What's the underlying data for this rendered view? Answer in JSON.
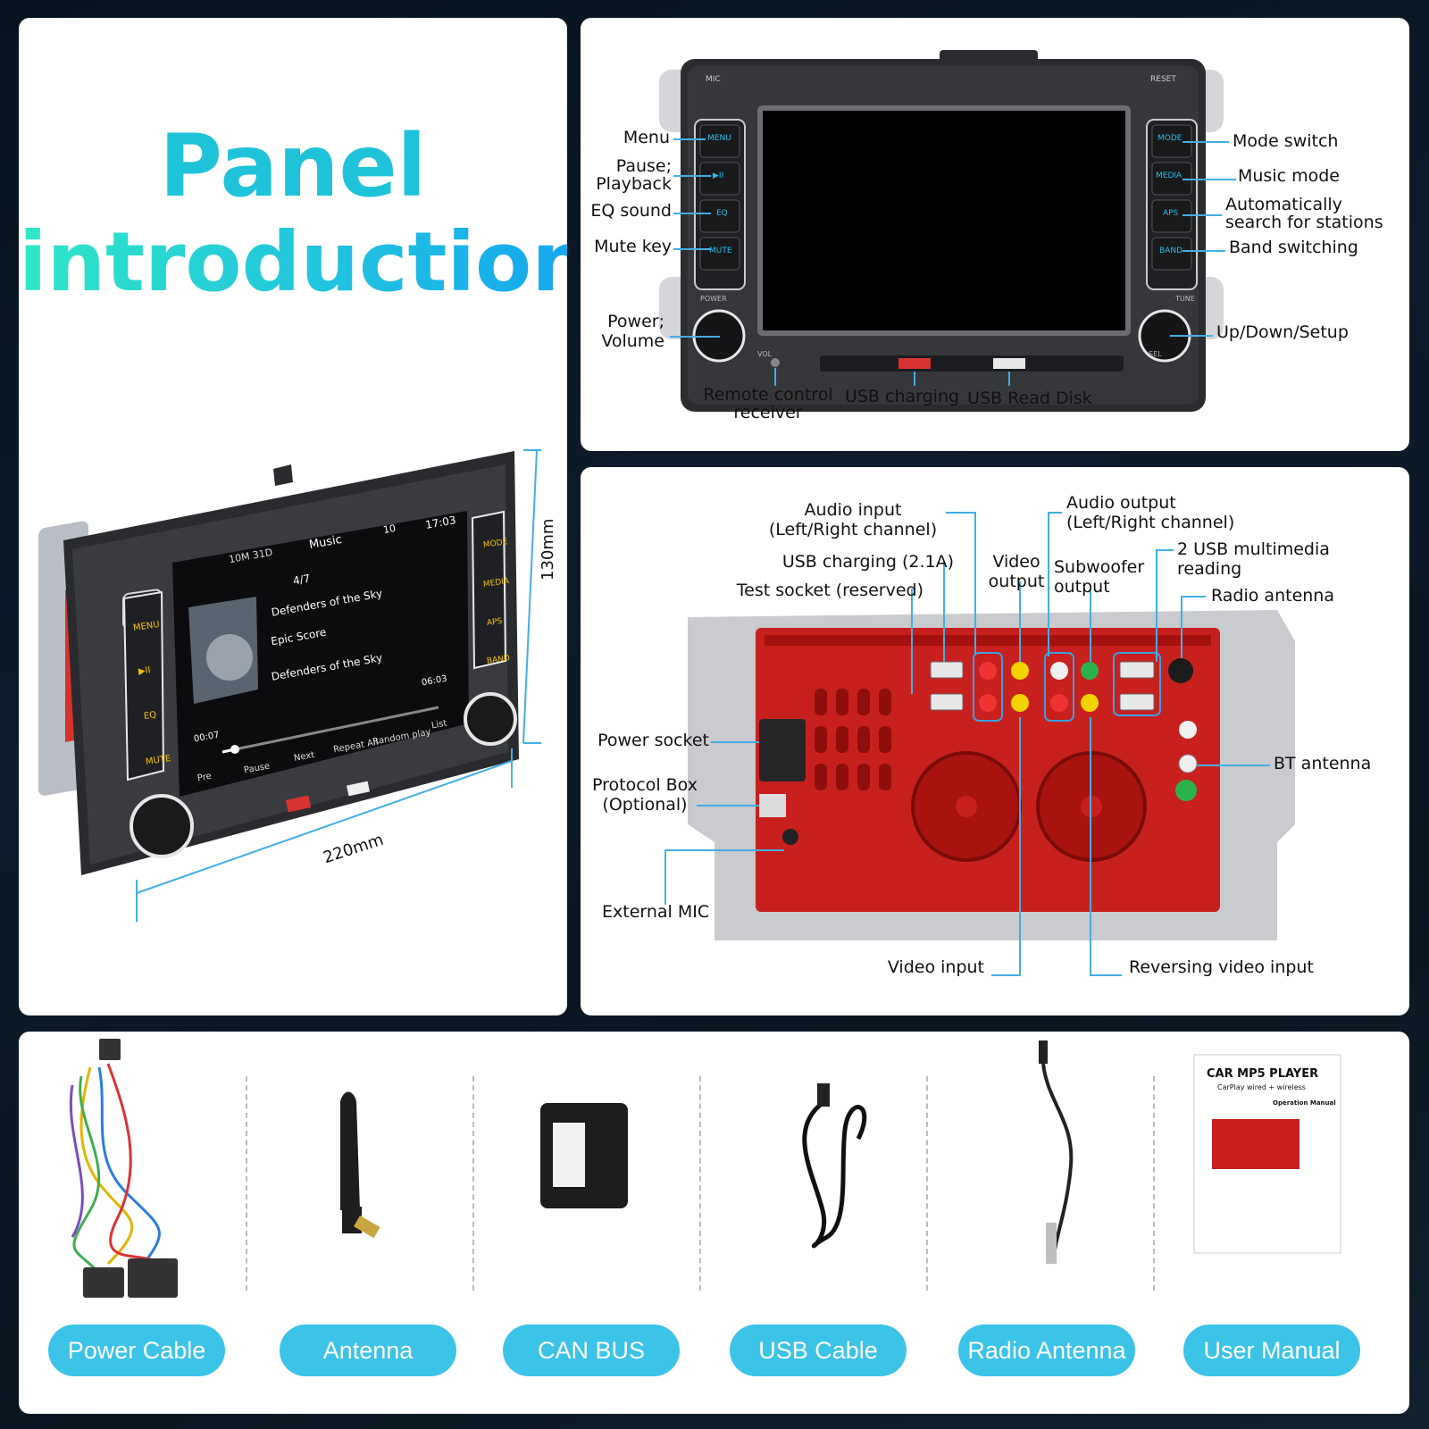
{
  "intro": {
    "title_line1": "Panel",
    "title_line2": "introduction",
    "height_dim": "130mm",
    "width_dim": "220mm",
    "screen": {
      "status_left": "10M 31D",
      "header": "Music",
      "volume": "10",
      "time": "17:03",
      "track_count": "4/7",
      "track_title": "Defenders of the Sky",
      "artist": "Epic Score",
      "album": "Defenders of the Sky",
      "elapsed": "00:07",
      "total": "06:03",
      "controls": [
        "Pre",
        "Pause",
        "Next",
        "Repeat All",
        "Random play",
        "List"
      ],
      "side_buttons_left": [
        "MENU",
        "▶II",
        "EQ",
        "MUTE"
      ],
      "side_buttons_right": [
        "MODE",
        "MEDIA",
        "APS",
        "BAND"
      ]
    }
  },
  "front": {
    "labels": {
      "menu": "Menu",
      "pause": [
        "Pause;",
        "Playback"
      ],
      "eq": "EQ sound",
      "mute": "Mute key",
      "power": [
        "Power;",
        "Volume"
      ],
      "mode": "Mode switch",
      "music": "Music mode",
      "aps": [
        "Automatically",
        "search for stations"
      ],
      "band": "Band switching",
      "tune": "Up/Down/Setup",
      "remote": [
        "Remote control",
        "receiver"
      ],
      "usb_charging": "USB charging",
      "usb_read": "USB Read Disk"
    },
    "panel_text": {
      "mic": "MIC",
      "reset": "RESET",
      "power": "POWER",
      "tune": "TUNE",
      "vol": "VOL",
      "sel": "SEL",
      "btn_left": [
        "MENU",
        "▶II",
        "EQ",
        "MUTE"
      ],
      "btn_right": [
        "MODE",
        "MEDIA",
        "APS",
        "BAND"
      ]
    }
  },
  "back": {
    "labels": {
      "audio_in": [
        "Audio input",
        "(Left/Right channel)"
      ],
      "usb_charge": "USB charging (2.1A)",
      "test": "Test socket (reserved)",
      "video_out": [
        "Video",
        "output"
      ],
      "audio_out": [
        "Audio output",
        "(Left/Right channel)"
      ],
      "sub": [
        "Subwoofer",
        "output"
      ],
      "usb2": [
        "2 USB multimedia",
        "reading"
      ],
      "radio": "Radio antenna",
      "power_socket": "Power socket",
      "protocol": [
        "Protocol Box",
        "(Optional)"
      ],
      "bt": "BT antenna",
      "ext_mic": "External MIC",
      "video_in": "Video input",
      "rev_video": "Reversing video input"
    }
  },
  "accessories": {
    "items": [
      "Power Cable",
      "Antenna",
      "CAN BUS",
      "USB Cable",
      "Radio Antenna",
      "User Manual"
    ],
    "manual": {
      "title": "CAR MP5 PLAYER",
      "subtitle": "CarPlay wired + wireless",
      "op": "Operation Manual"
    }
  },
  "colors": {
    "accent": "#3cc3e8",
    "leader": "#42aee6",
    "chassis": "#c8201e"
  }
}
